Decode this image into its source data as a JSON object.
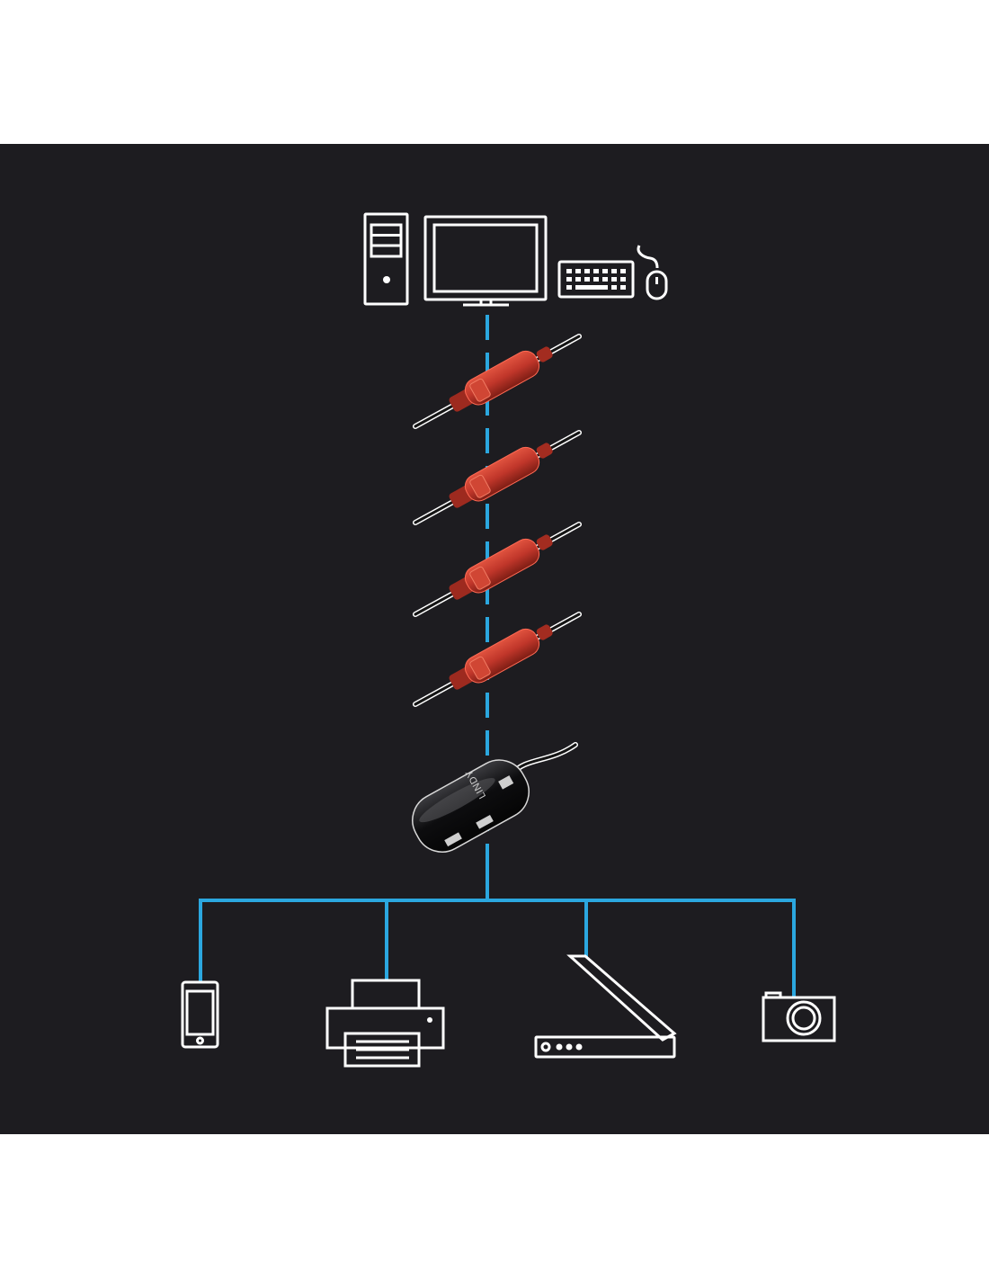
{
  "colors": {
    "background": "#1d1c20",
    "page": "#ffffff",
    "connection": "#2ba7df",
    "icon": "#ffffff",
    "repeater": "#c0362a"
  },
  "nodes": {
    "host": [
      "pc-tower-icon",
      "monitor-icon",
      "keyboard-icon",
      "mouse-icon"
    ],
    "repeaters": [
      "usb-active-extension-cable",
      "usb-active-extension-cable",
      "usb-active-extension-cable",
      "usb-active-extension-cable"
    ],
    "hub": {
      "icon": "usb-hub-icon",
      "brand": "LINDY"
    },
    "devices": [
      "smartphone-icon",
      "printer-icon",
      "scanner-icon",
      "camera-icon"
    ]
  }
}
